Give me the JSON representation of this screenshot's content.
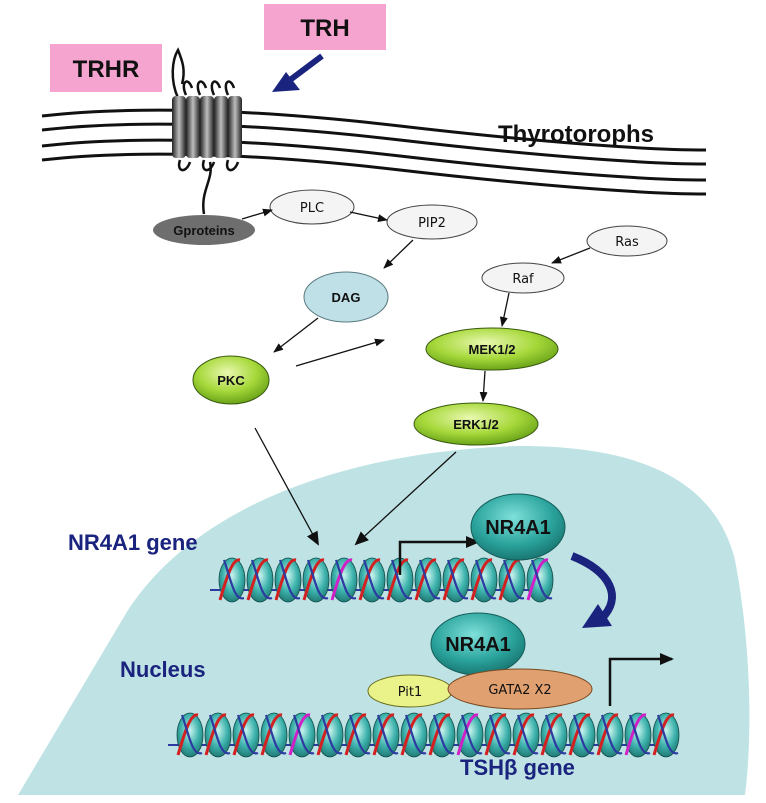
{
  "labels": {
    "trhr": "TRHR",
    "trh": "TRH",
    "cell": "Thyrotorophs",
    "gproteins": "Gproteins",
    "plc": "PLC",
    "pip2": "PIP2",
    "ras": "Ras",
    "raf": "Raf",
    "dag": "DAG",
    "pkc": "PKC",
    "mek": "MEK1/2",
    "erk": "ERK1/2",
    "nr4a1_gene": "NR4A1 gene",
    "nr4a1_protein_top": "NR4A1",
    "nr4a1_protein_bottom": "NR4A1",
    "nucleus": "Nucleus",
    "pit1": "Pit1",
    "gata2": "GATA2 X2",
    "tshb_gene": "TSHβ gene"
  },
  "colors": {
    "nucleus_fill": "#bfe3e4",
    "trh_box": "#f5a3cf",
    "title_blue": "#1a237e",
    "dag_fill": "#bfe0e6",
    "kinase_green": "#7dbb1e",
    "gprotein_gray": "#6e6e6e",
    "dna_cyl": "#2aa3a0",
    "dna_red": "#d32020",
    "dna_blue": "#2d3aa0",
    "dna_magenta": "#d020c8",
    "nr4a1_teal": "#2e9e98",
    "pit1_yellow": "#eaf28a",
    "gata2_orange": "#e0a070"
  }
}
